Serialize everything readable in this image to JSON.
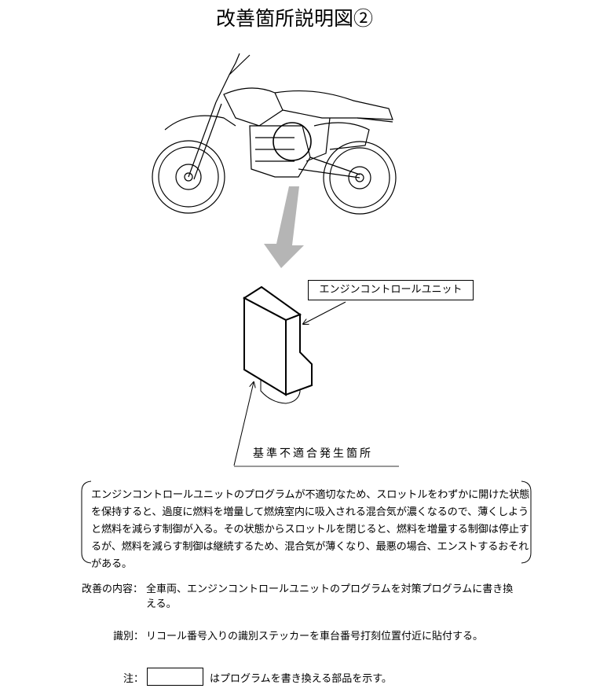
{
  "title": "改善箇所説明図②",
  "diagram": {
    "ecu_label": "エンジンコントロールユニット",
    "nonconformity_label": "基準不適合発生箇所"
  },
  "description": "エンジンコントロールユニットのプログラムが不適切なため、スロットルをわずかに開けた状態を保持すると、過度に燃料を増量して燃焼室内に吸入される混合気が濃くなるので、薄くしようと燃料を減らす制御が入る。その状態からスロットルを閉じると、燃料を増量する制御は停止するが、燃料を減らす制御は継続するため、混合気が薄くなり、最悪の場合、エンストするおそれがある。",
  "improvement": {
    "label": "改善の内容：",
    "line1": "全車両、エンジンコントロールユニットのプログラムを対策プログラムに書き換",
    "line2": "える。"
  },
  "identification": {
    "label": "識別：",
    "text": "リコール番号入りの識別ステッカーを車台番号打刻位置付近に貼付する。"
  },
  "note": {
    "label": "注：",
    "text": "はプログラムを書き換える部品を示す。"
  }
}
